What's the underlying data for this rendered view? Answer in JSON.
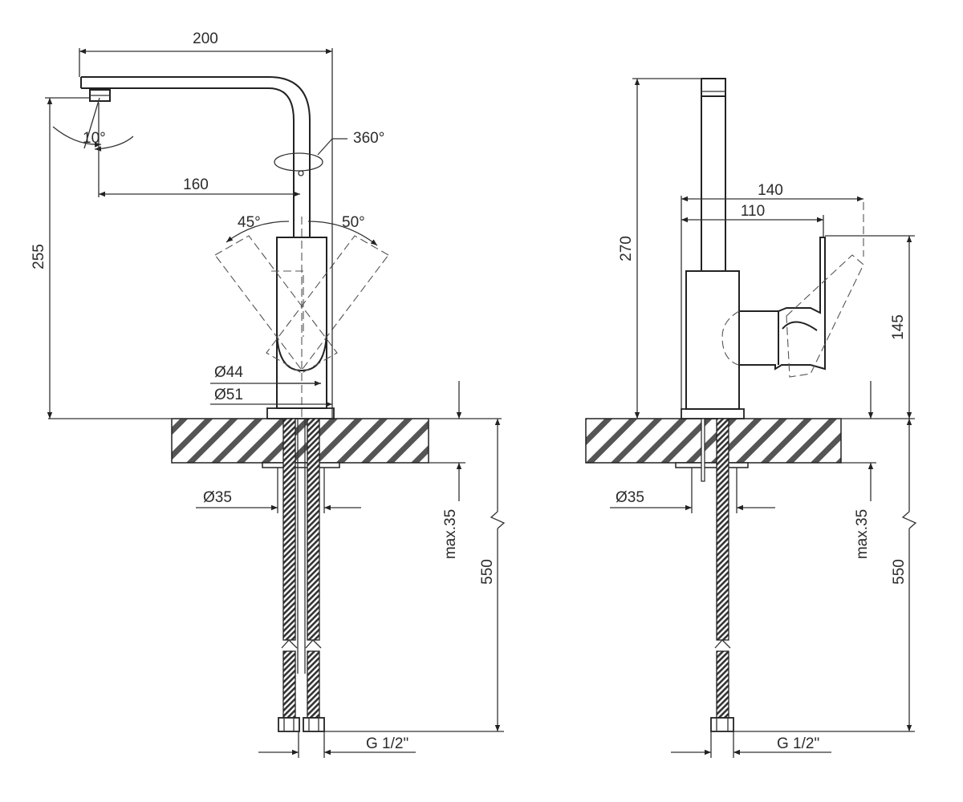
{
  "front_view": {
    "dim_reach_total": "200",
    "dim_reach_spout": "160",
    "dim_spout_height": "255",
    "angle_spout_tilt": "10°",
    "angle_rotation": "360°",
    "angle_lever_left": "45°",
    "angle_lever_right": "50°",
    "dim_body_dia": "Ø44",
    "dim_base_dia": "Ø51",
    "dim_hole_dia": "Ø35",
    "dim_deck_thickness": "max.35",
    "dim_hose_length": "550",
    "thread": "G 1/2\""
  },
  "side_view": {
    "dim_total_height": "270",
    "dim_lever_reach": "140",
    "dim_body_reach": "110",
    "dim_lever_height": "145",
    "dim_hole_dia": "Ø35",
    "dim_deck_thickness": "max.35",
    "dim_hose_length": "550",
    "thread": "G 1/2\""
  }
}
